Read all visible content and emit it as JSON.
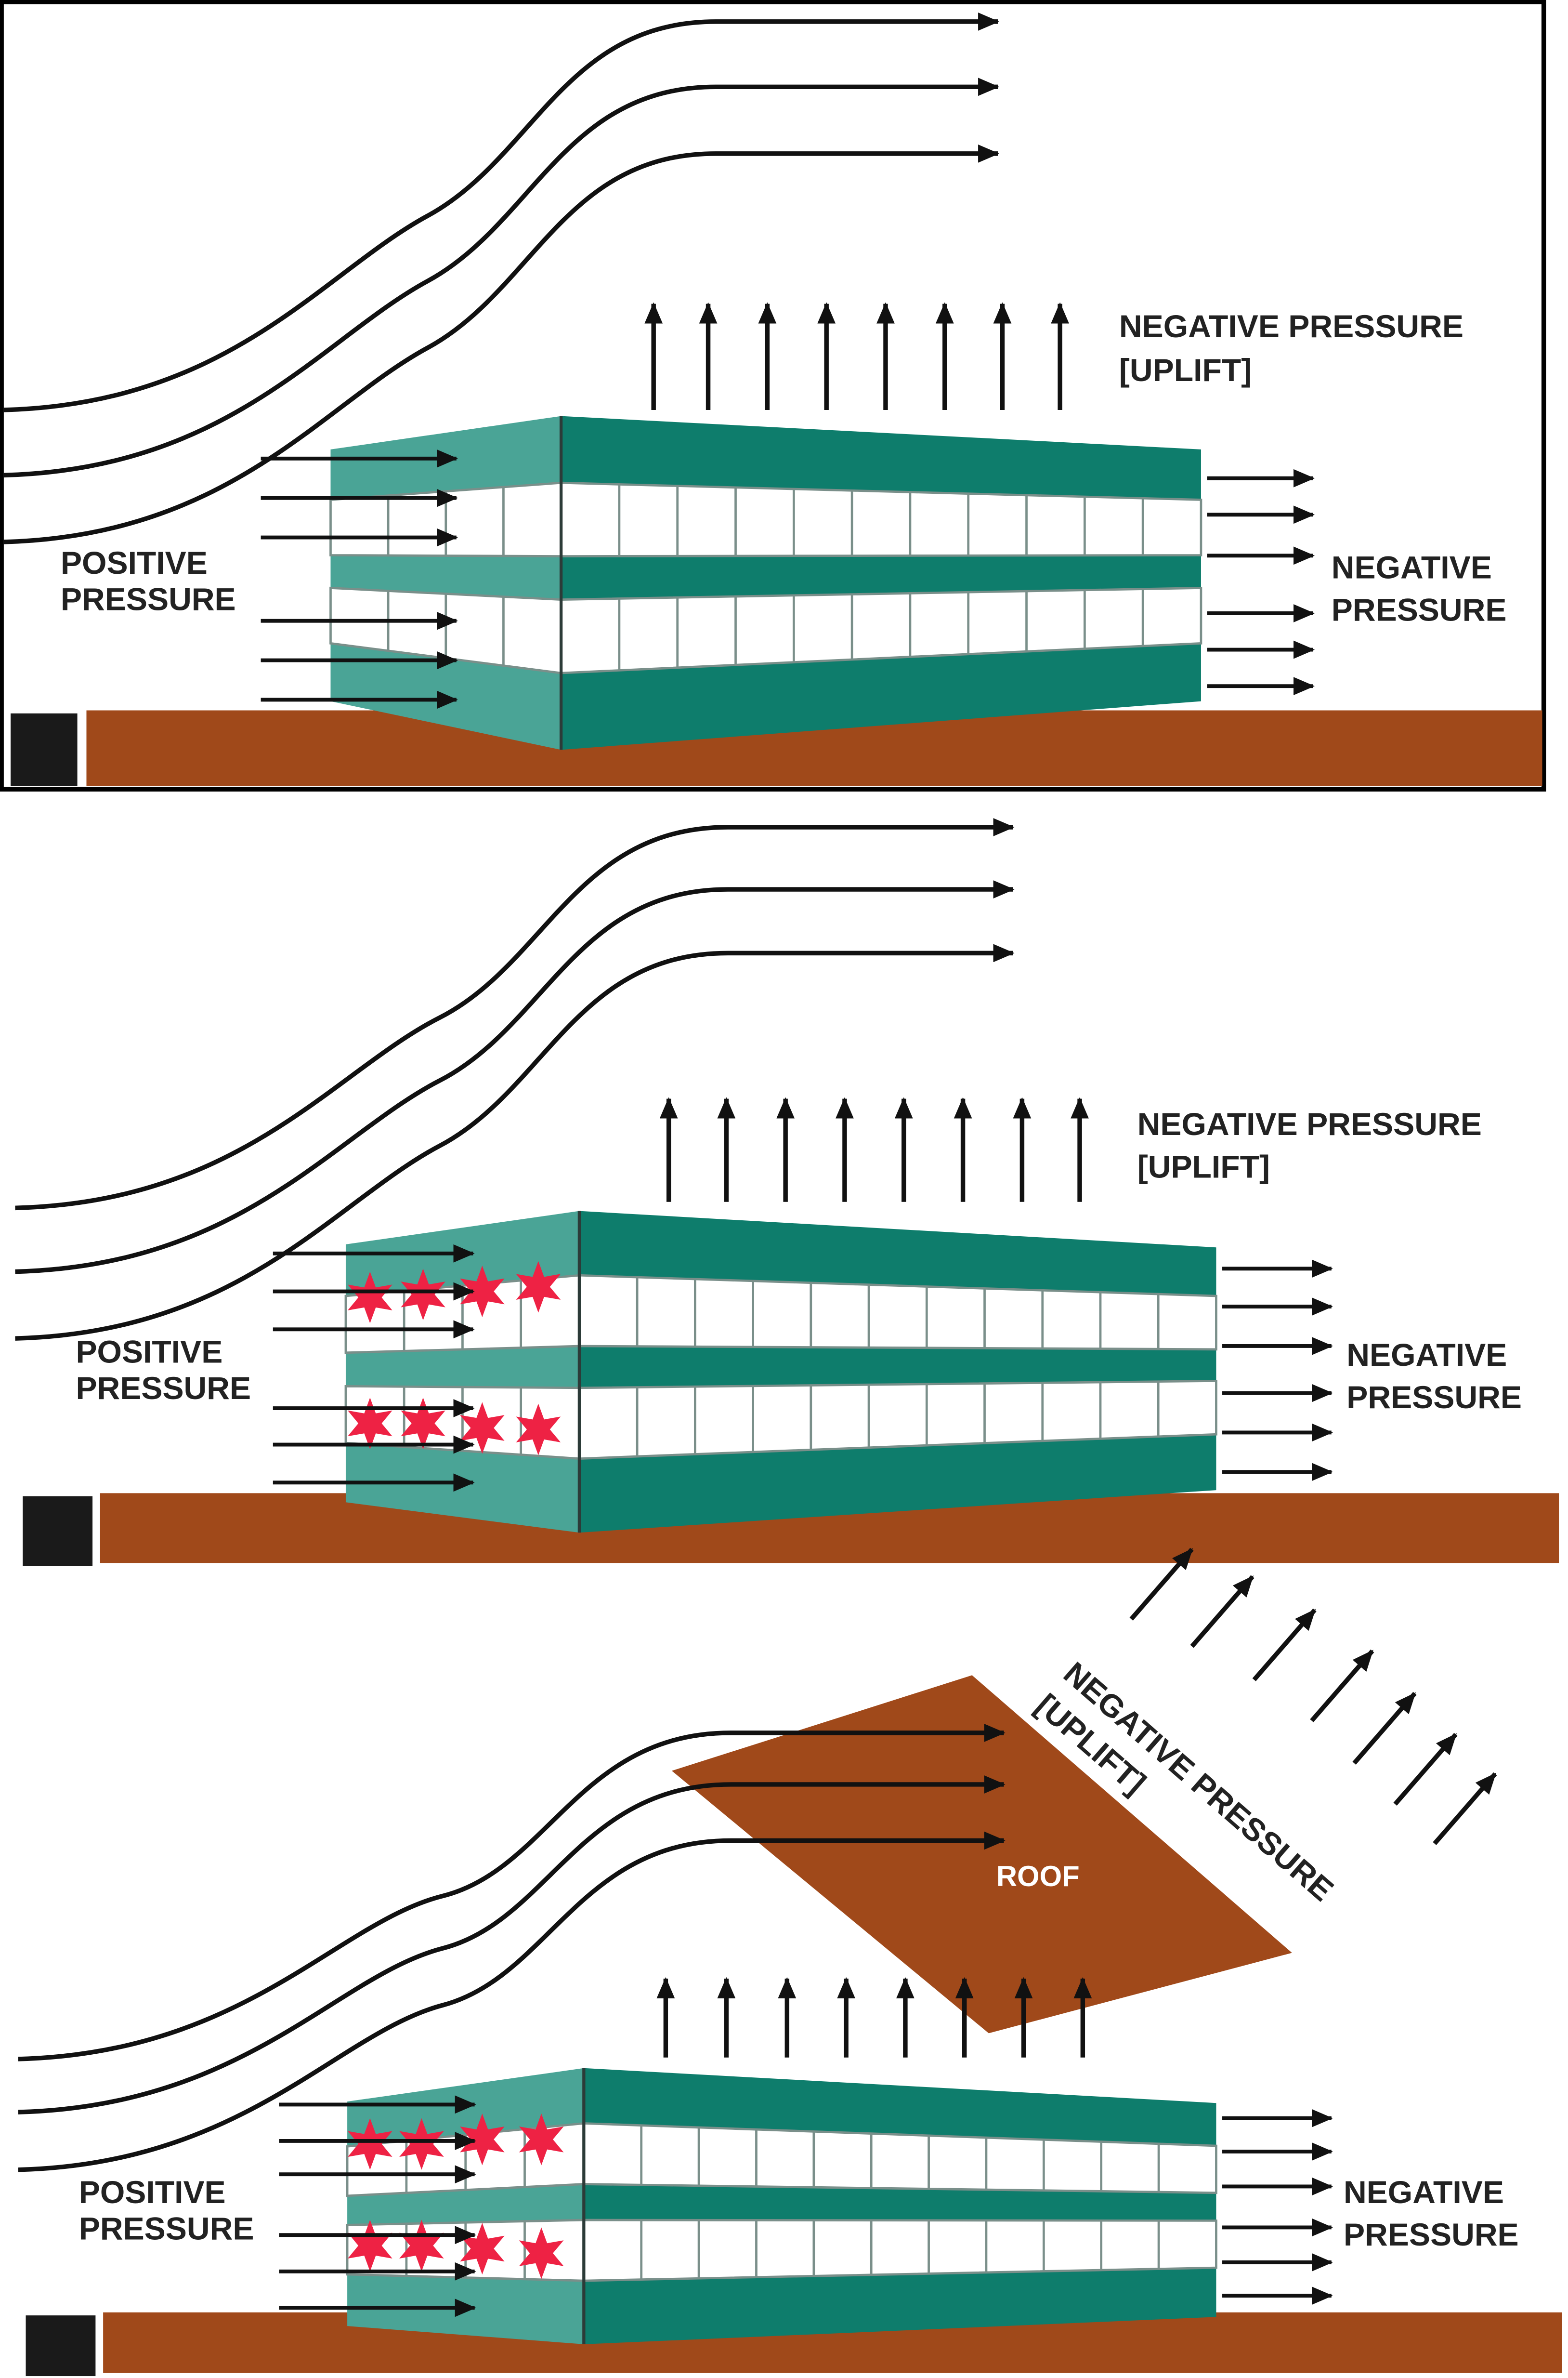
{
  "colors": {
    "ground": "#a0491a",
    "roof_piece": "#a0491a",
    "teal_dark": "#0e7d6c",
    "teal_light": "#4aa496",
    "window": "#ffffff",
    "frame": "#7a8f8a",
    "arrow": "#111111",
    "damage": "#ee2244",
    "marker": "#1a1a1a",
    "border": "#000000",
    "label": "#222222",
    "roof_label": "#ffffff"
  },
  "panels": [
    {
      "state": "intact",
      "labels": {
        "top_negative": [
          "NEGATIVE PRESSURE",
          "[UPLIFT]"
        ],
        "positive": [
          "POSITIVE",
          "PRESSURE"
        ],
        "right_negative": [
          "NEGATIVE",
          "PRESSURE"
        ]
      }
    },
    {
      "state": "windows-broken",
      "labels": {
        "top_negative": [
          "NEGATIVE PRESSURE",
          "[UPLIFT]"
        ],
        "positive": [
          "POSITIVE",
          "PRESSURE"
        ],
        "right_negative": [
          "NEGATIVE",
          "PRESSURE"
        ]
      }
    },
    {
      "state": "roof-lifted",
      "labels": {
        "top_negative": [
          "NEGATIVE PRESSURE",
          "[UPLIFT]"
        ],
        "positive": [
          "POSITIVE",
          "PRESSURE"
        ],
        "right_negative": [
          "NEGATIVE",
          "PRESSURE"
        ],
        "roof": "ROOF"
      }
    }
  ]
}
